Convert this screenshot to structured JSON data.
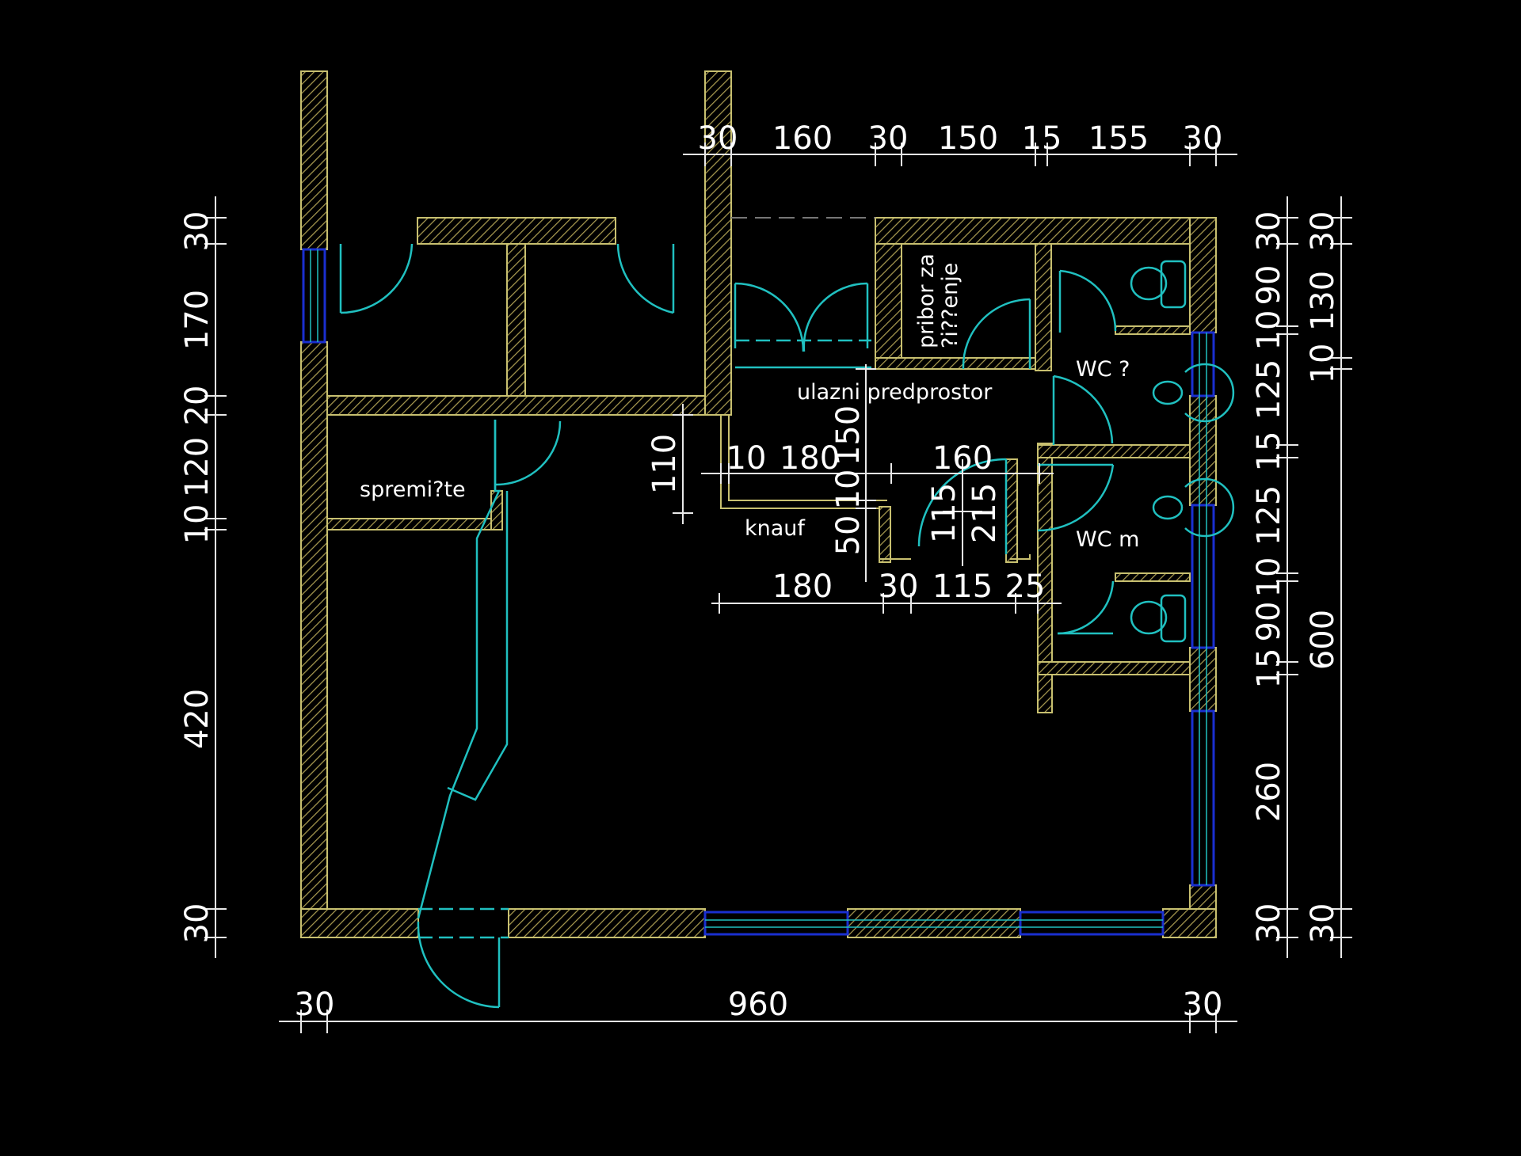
{
  "colors": {
    "background": "#000000",
    "wall": "#c8c070",
    "door": "#20c0c0",
    "window": "#1a2fd0",
    "dimension": "#e8e8e8",
    "text": "#ffffff"
  },
  "rooms": {
    "storage": "spremi?te",
    "entrance_hall": "ulazni  predprostor",
    "cleaning_line1": "pribor  za",
    "cleaning_line2": "?i??enje",
    "wc_women": "WC  ?",
    "wc_men": "WC  m",
    "drywall": "knauf"
  },
  "dimensions": {
    "top": [
      "30",
      "160",
      "30",
      "150",
      "15",
      "155",
      "30"
    ],
    "bottom": [
      "30",
      "960",
      "30"
    ],
    "left": [
      "30",
      "170",
      "20",
      "120",
      "10",
      "420",
      "30"
    ],
    "right_inner": [
      "30",
      "90",
      "10",
      "125",
      "15",
      "125",
      "10",
      "90",
      "15",
      "260",
      "30"
    ],
    "right_outer": [
      "30",
      "130",
      "10",
      "600",
      "30"
    ],
    "interior_upper": [
      "10",
      "180",
      "160"
    ],
    "interior_lower": [
      "180",
      "30",
      "115",
      "25"
    ],
    "interior_vertical_left": "110",
    "interior_vertical_mid": [
      "150",
      "10",
      "50"
    ],
    "interior_door": [
      "115",
      "215"
    ]
  }
}
